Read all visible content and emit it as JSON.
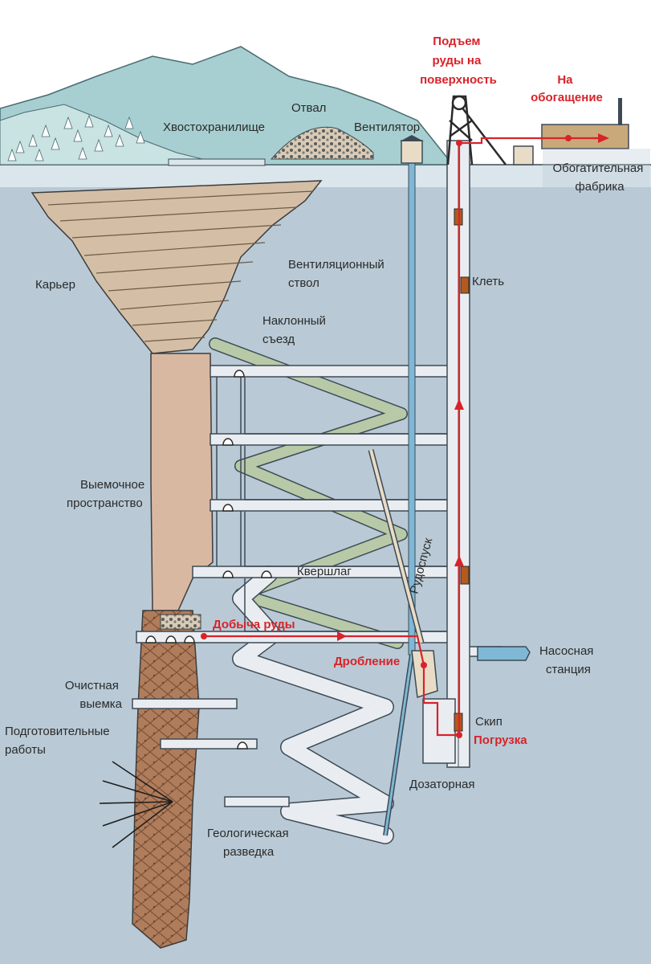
{
  "colors": {
    "sky": "#ffffff",
    "ground": "#b9cad6",
    "ground_light": "#dbe5ec",
    "flow": "#d8232a",
    "drift": "#e9edf1",
    "drift_stroke": "#3d4a55",
    "ramp": "#b8c9a8",
    "rock": "#d9b8a1",
    "ore": "#9a6a4a",
    "water": "#7fb8d6",
    "mountains": "#a7cfd1"
  },
  "labels": {
    "hoist_up": [
      "Подъем",
      "руды на",
      "поверхность"
    ],
    "to_plant": [
      "На",
      "обогащение"
    ],
    "tailings": "Хвостохранилище",
    "dump": "Отвал",
    "fan": "Вентилятор",
    "plant": [
      "Обогатительная",
      "фабрика"
    ],
    "pit": "Карьер",
    "vent_shaft": [
      "Вентиляционный",
      "ствол"
    ],
    "cage": "Клеть",
    "decline": [
      "Наклонный",
      "съезд"
    ],
    "stope_void": [
      "Выемочное",
      "пространство"
    ],
    "orepass": "Рудоспуск",
    "crosscut": "Квершлаг",
    "ore_mining": "Добыча руды",
    "crushing": "Дробление",
    "pump_station": [
      "Насосная",
      "станция"
    ],
    "stoping": [
      "Очистная",
      "выемка"
    ],
    "skip": "Скип",
    "loading": "Погрузка",
    "development": [
      "Подготовительные",
      "работы"
    ],
    "metering": "Дозаторная",
    "exploration": [
      "Геологическая",
      "разведка"
    ]
  }
}
